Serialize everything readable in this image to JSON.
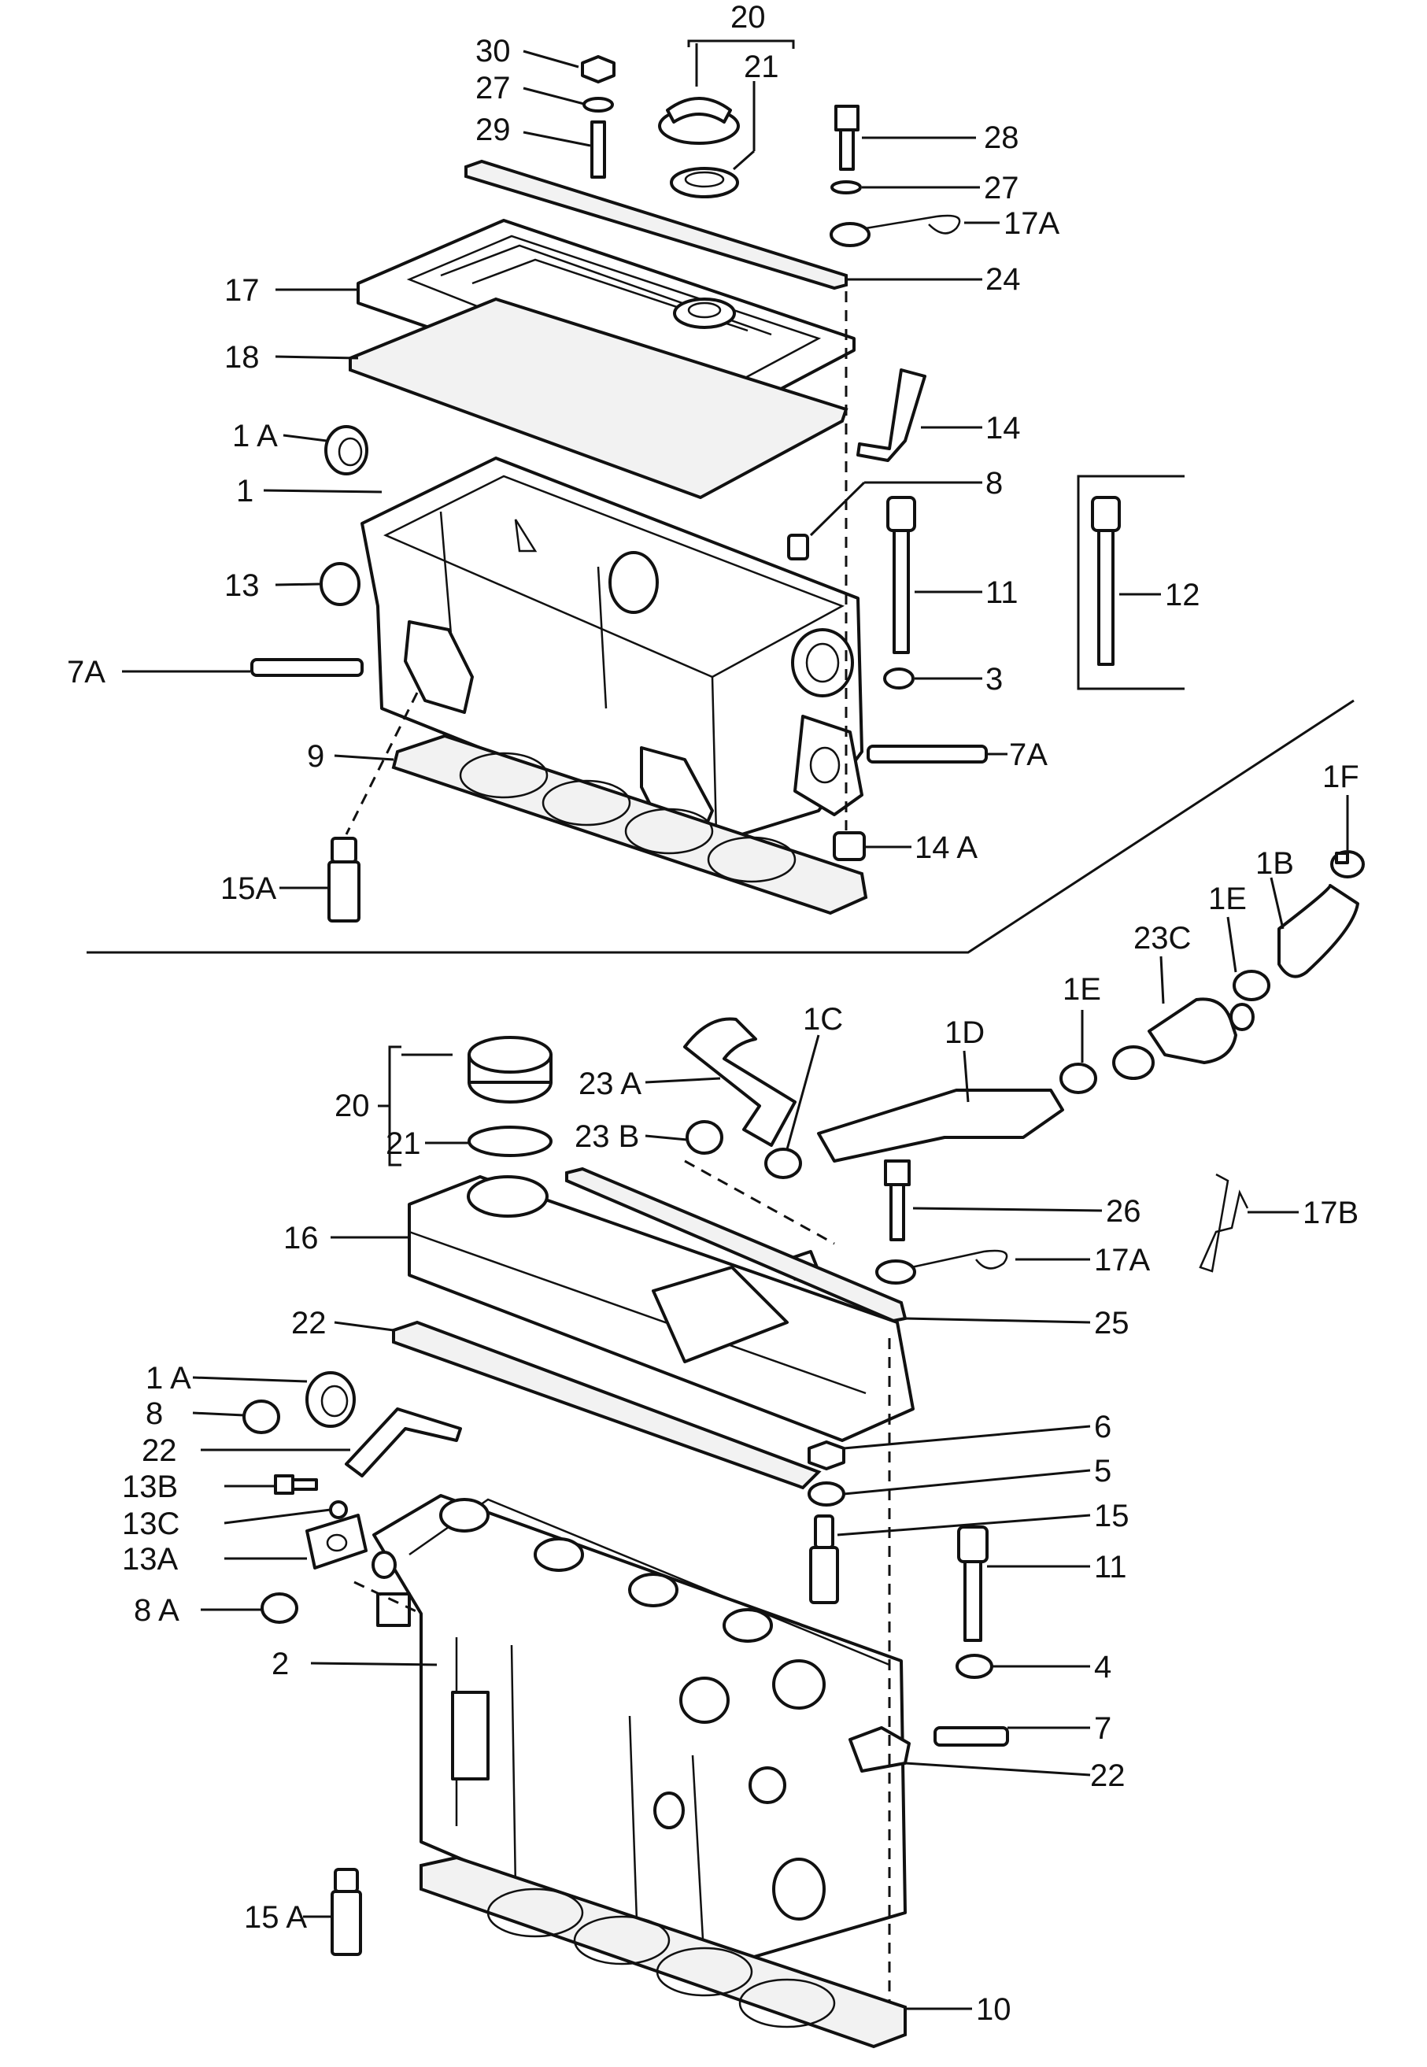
{
  "labels": {
    "top": {
      "l20": "20",
      "l30": "30",
      "l27a": "27",
      "l21": "21",
      "l29": "29",
      "l28": "28",
      "l27b": "27",
      "l17A": "17A",
      "l24": "24",
      "l17": "17",
      "l18": "18",
      "l14": "14",
      "l1A": "1 A",
      "l1": "1",
      "l8": "8",
      "l13": "13",
      "l11": "11",
      "l12": "12",
      "l7A": "7A",
      "l3": "3",
      "l9": "9",
      "l7Ab": "7A",
      "l14A": "14 A",
      "l15A": "15A"
    },
    "bottom": {
      "l1F": "1F",
      "l1B": "1B",
      "l1E": "1E",
      "l23C": "23C",
      "l1Eb": "1E",
      "l1D": "1D",
      "l1C": "1C",
      "l20": "20",
      "l23A": "23 A",
      "l23B": "23 B",
      "l21": "21",
      "l26": "26",
      "l17B": "17B",
      "l16": "16",
      "l17A": "17A",
      "l22a": "22",
      "l25": "25",
      "l1A": "1 A",
      "l8": "8",
      "l22b": "22",
      "l6": "6",
      "l13B": "13B",
      "l5": "5",
      "l13C": "13C",
      "l15": "15",
      "l13A": "13A",
      "l11": "11",
      "l8A": "8 A",
      "l2": "2",
      "l4": "4",
      "l7": "7",
      "l22c": "22",
      "l15A": "15 A",
      "l10": "10"
    }
  }
}
